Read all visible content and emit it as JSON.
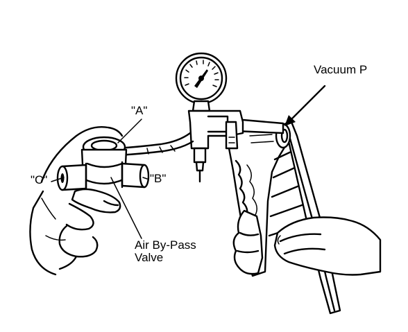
{
  "labels": {
    "vacuum_pump": "Vacuum P",
    "port_a": "\"A\"",
    "port_b": "\"B\"",
    "port_c": "\"C\"",
    "valve_line1": "Air By-Pass",
    "valve_line2": "Valve"
  }
}
